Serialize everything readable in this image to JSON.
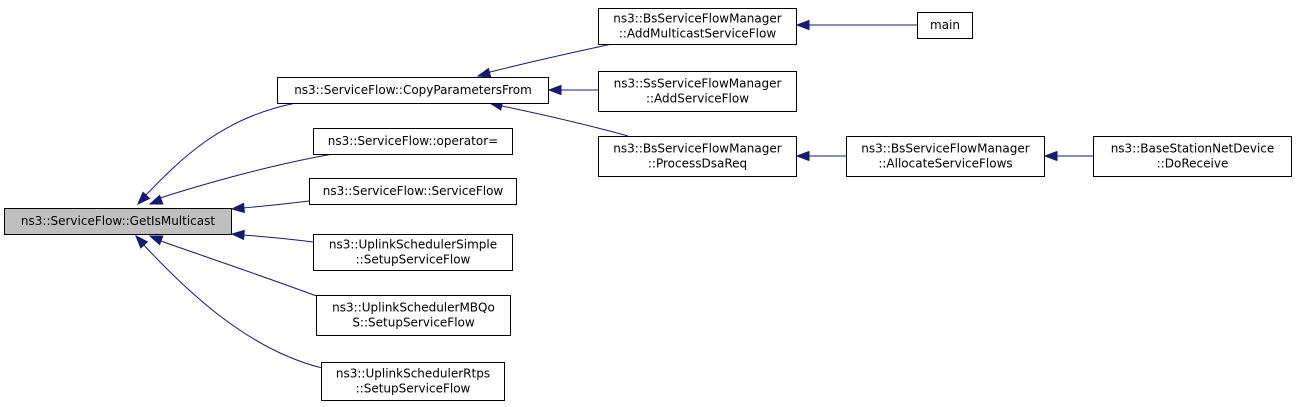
{
  "graph": {
    "nodes": {
      "root": {
        "lines": [
          "ns3::ServiceFlow::GetIsMulticast"
        ],
        "highlight": true
      },
      "copy_params": {
        "lines": [
          "ns3::ServiceFlow::CopyParametersFrom"
        ]
      },
      "operator_eq": {
        "lines": [
          "ns3::ServiceFlow::operator="
        ]
      },
      "service_flow": {
        "lines": [
          "ns3::ServiceFlow::ServiceFlow"
        ]
      },
      "ul_simple": {
        "lines": [
          "ns3::UplinkSchedulerSimple",
          "::SetupServiceFlow"
        ]
      },
      "ul_mbqos": {
        "lines": [
          "ns3::UplinkSchedulerMBQo",
          "S::SetupServiceFlow"
        ]
      },
      "ul_rtps": {
        "lines": [
          "ns3::UplinkSchedulerRtps",
          "::SetupServiceFlow"
        ]
      },
      "bs_add_mc": {
        "lines": [
          "ns3::BsServiceFlowManager",
          "::AddMulticastServiceFlow"
        ]
      },
      "ss_add": {
        "lines": [
          "ns3::SsServiceFlowManager",
          "::AddServiceFlow"
        ]
      },
      "bs_dsa": {
        "lines": [
          "ns3::BsServiceFlowManager",
          "::ProcessDsaReq"
        ]
      },
      "main": {
        "lines": [
          "main"
        ]
      },
      "bs_alloc": {
        "lines": [
          "ns3::BsServiceFlowManager",
          "::AllocateServiceFlows"
        ]
      },
      "bsnd_recv": {
        "lines": [
          "ns3::BaseStationNetDevice",
          "::DoReceive"
        ]
      }
    },
    "edges": [
      {
        "from": "copy_params",
        "to": "root"
      },
      {
        "from": "operator_eq",
        "to": "root"
      },
      {
        "from": "service_flow",
        "to": "root"
      },
      {
        "from": "ul_simple",
        "to": "root"
      },
      {
        "from": "ul_mbqos",
        "to": "root"
      },
      {
        "from": "ul_rtps",
        "to": "root"
      },
      {
        "from": "bs_add_mc",
        "to": "copy_params"
      },
      {
        "from": "ss_add",
        "to": "copy_params"
      },
      {
        "from": "bs_dsa",
        "to": "copy_params"
      },
      {
        "from": "main",
        "to": "bs_add_mc"
      },
      {
        "from": "bs_alloc",
        "to": "bs_dsa"
      },
      {
        "from": "bsnd_recv",
        "to": "bs_alloc"
      }
    ]
  },
  "colors": {
    "edge": "#191970",
    "highlight_fill": "#bfbfbf",
    "node_fill": "#ffffff"
  }
}
